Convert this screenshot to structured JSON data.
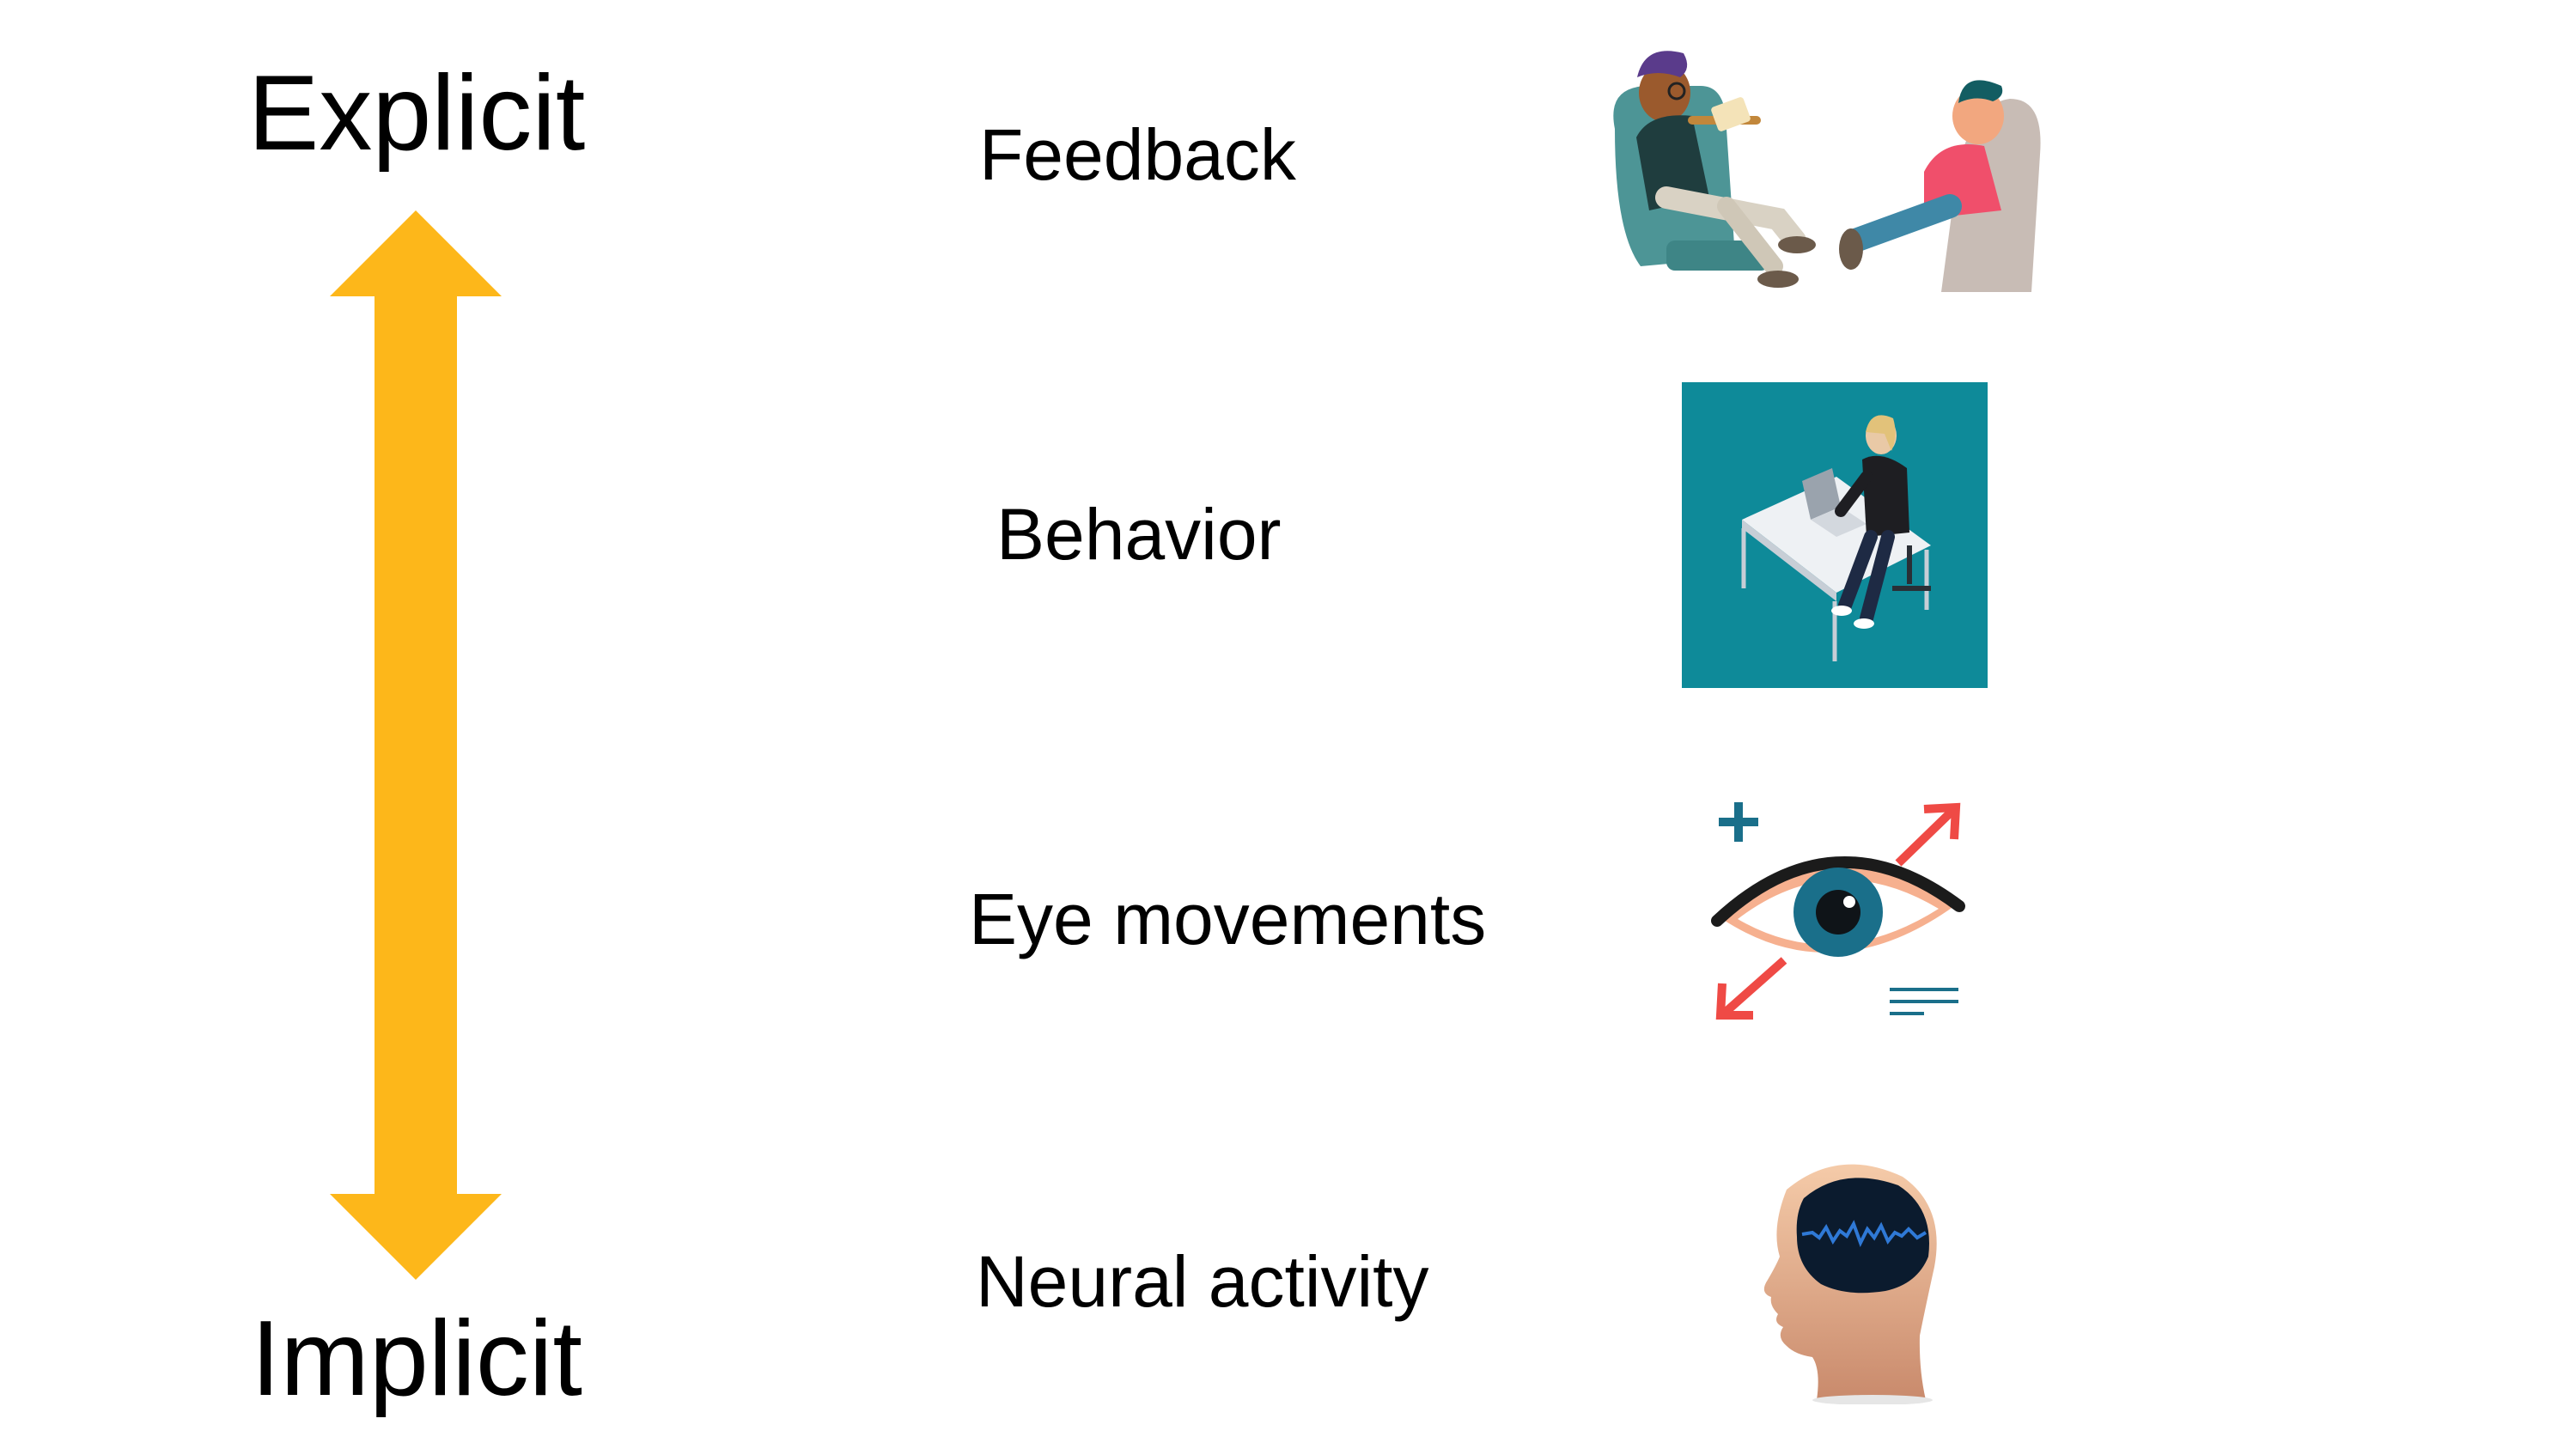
{
  "scale": {
    "top_label": "Explicit",
    "bottom_label": "Implicit",
    "arrow_color": "#FDB71A"
  },
  "rows": [
    {
      "label": "Feedback",
      "icon": "therapist-conversation-icon"
    },
    {
      "label": "Behavior",
      "icon": "person-at-laptop-desk-icon"
    },
    {
      "label": "Eye movements",
      "icon": "eye-tracking-icon"
    },
    {
      "label": "Neural activity",
      "icon": "brain-activity-head-icon"
    }
  ]
}
